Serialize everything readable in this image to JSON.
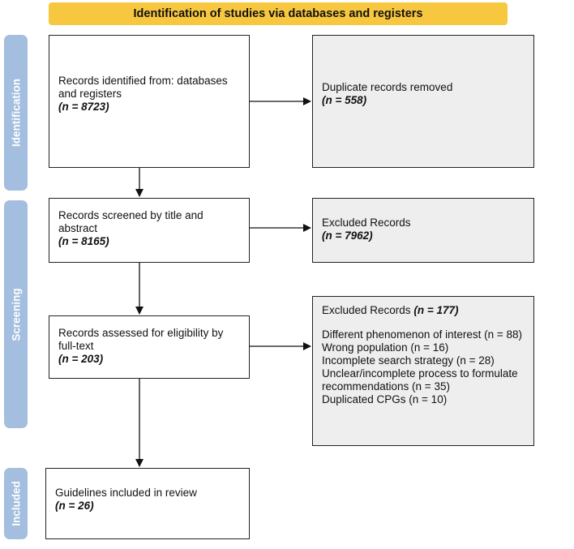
{
  "banner": "Identification of studies via databases and registers",
  "phases": {
    "identification": "Identification",
    "screening": "Screening",
    "included": "Included"
  },
  "boxes": {
    "records_identified": {
      "text": "Records identified from: databases and registers",
      "n": "(n = 8723)"
    },
    "duplicates_removed": {
      "text": "Duplicate records removed",
      "n": "(n = 558)"
    },
    "records_screened": {
      "text": "Records screened by title and abstract",
      "n": "(n = 8165)"
    },
    "excluded_screening": {
      "text": "Excluded Records",
      "n": "(n = 7962)"
    },
    "records_assessed": {
      "text": "Records assessed for eligibility by full-text",
      "n": "(n = 203)"
    },
    "excluded_fulltext": {
      "title": "Excluded Records",
      "n": "(n = 177)",
      "reasons": [
        "Different phenomenon of interest (n = 88)",
        "Wrong population (n = 16)",
        "Incomplete search strategy (n = 28)",
        "Unclear/incomplete process to formulate recommendations (n = 35)",
        "Duplicated CPGs (n = 10)"
      ]
    },
    "included": {
      "text": "Guidelines included in review",
      "n": "(n = 26)"
    }
  },
  "colors": {
    "banner": "#f8c740",
    "phase_label": "#a3bede",
    "excluded_box": "#eeeeee",
    "border": "#222222"
  }
}
